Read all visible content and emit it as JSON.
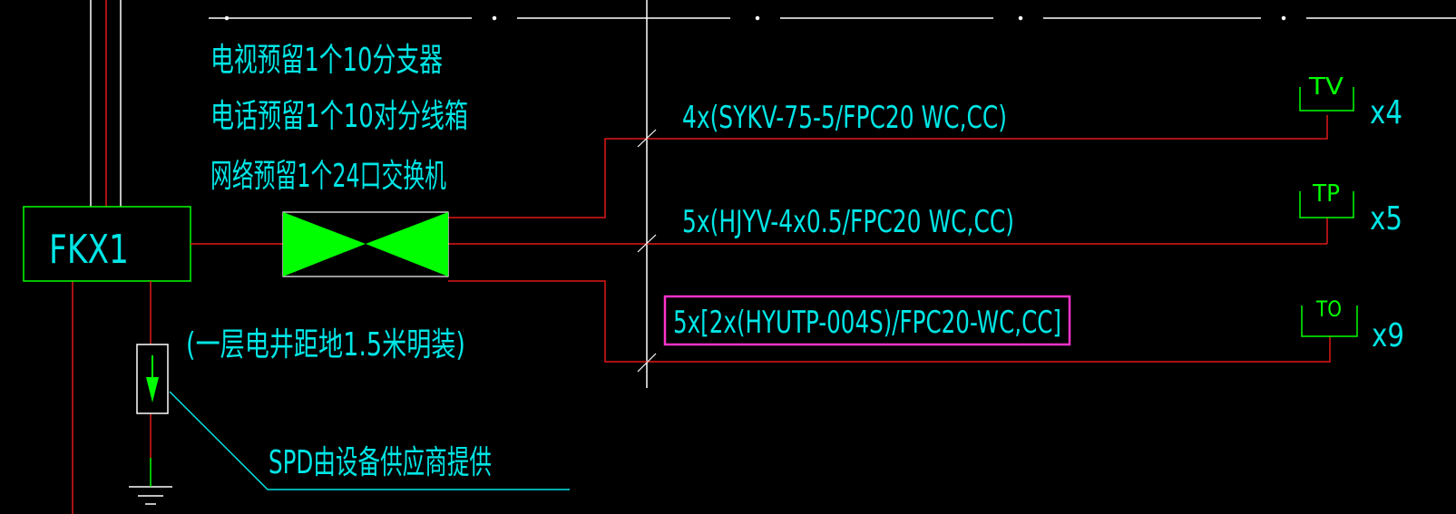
{
  "colors": {
    "background": "#000000",
    "wire": "#e01818",
    "text": "#00e5e5",
    "box": "#00ff00",
    "highlight": "#ff33cc",
    "white": "#ffffff"
  },
  "notes": {
    "tv": "电视预留1个10分支器",
    "phone": "电话预留1个10对分线箱",
    "network": "网络预留1个24口交换机"
  },
  "panel": {
    "label": "FKX1"
  },
  "mount_note": "(一层电井距地1.5米明装)",
  "spd_note": "SPD由设备供应商提供",
  "branches": [
    {
      "cable": "4x(SYKV-75-5/FPC20 WC,CC)",
      "outlet": "TV",
      "count": "x4"
    },
    {
      "cable": "5x(HJYV-4x0.5/FPC20 WC,CC)",
      "outlet": "TP",
      "count": "x5"
    },
    {
      "cable": "5x[2x(HYUTP-004S)/FPC20-WC,CC]",
      "outlet": "TO",
      "count": "x9"
    }
  ],
  "icons": {
    "switch": "bowtie-switch-icon",
    "spd": "surge-arrow-icon",
    "ground": "ground-symbol-icon"
  }
}
